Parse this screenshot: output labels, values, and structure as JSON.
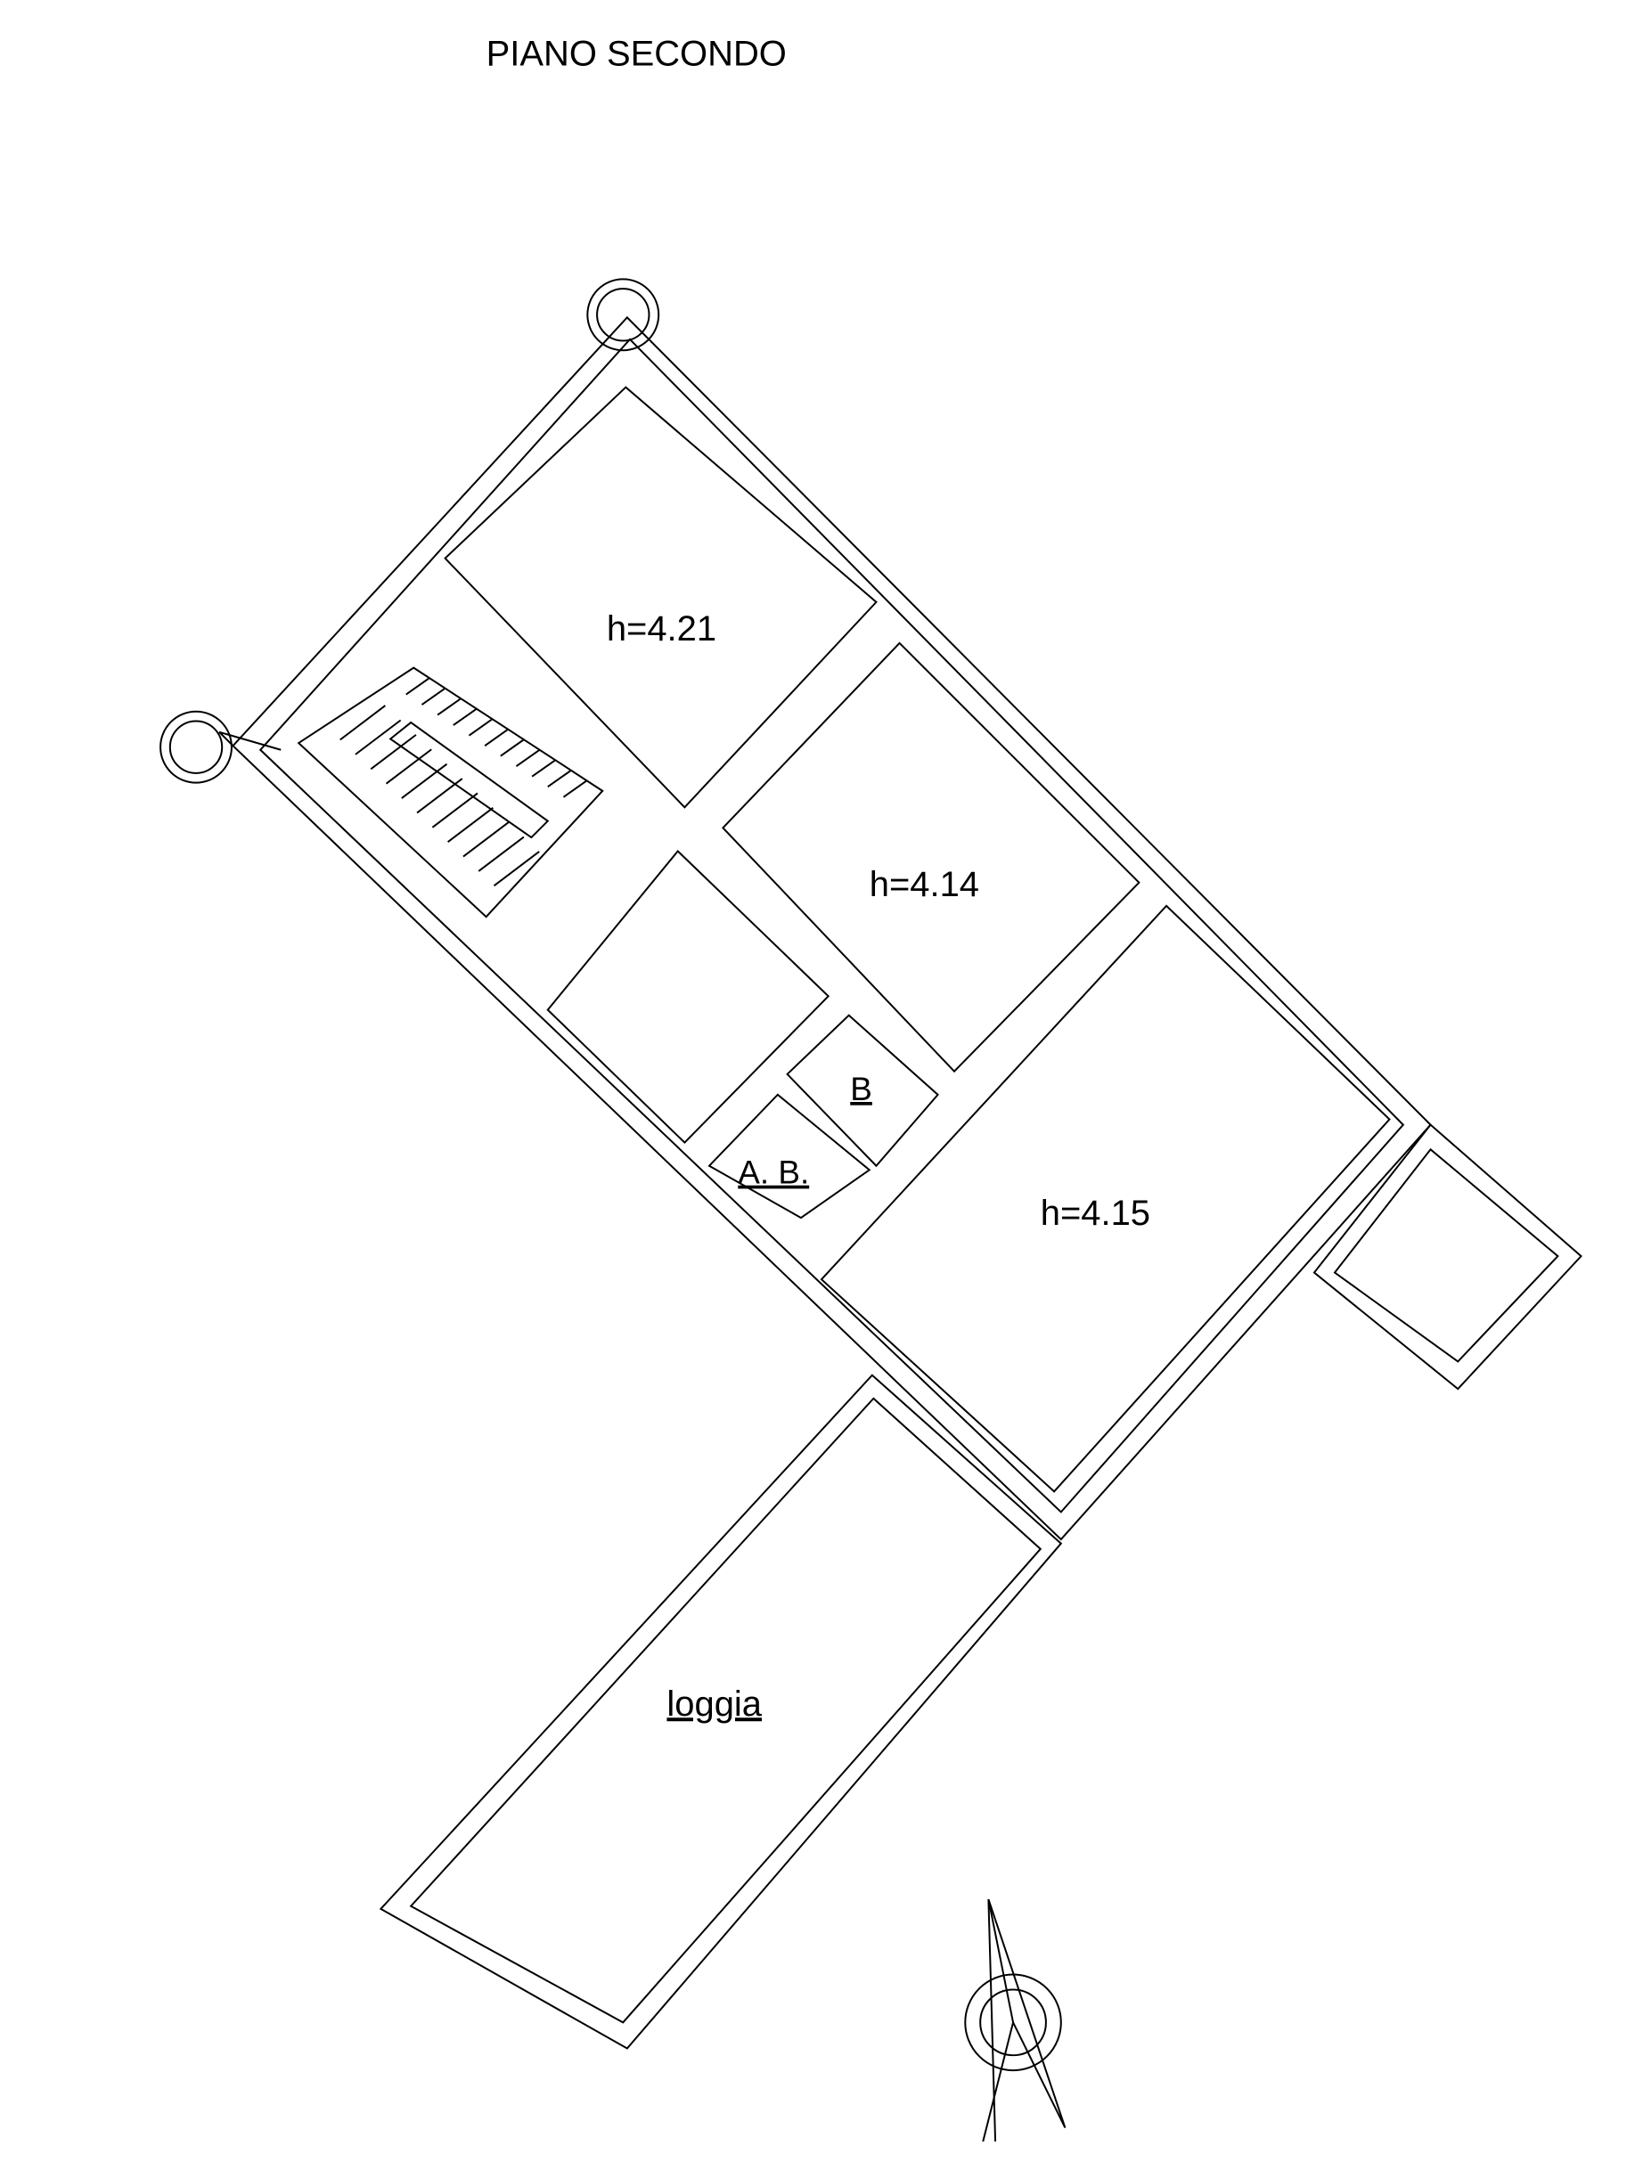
{
  "title": "PIANO SECONDO",
  "rooms": [
    {
      "label": "h=4.21",
      "underlined": false
    },
    {
      "label": "h=4.14",
      "underlined": false
    },
    {
      "label": "h=4.15",
      "underlined": false
    },
    {
      "label": "B",
      "underlined": true
    },
    {
      "label": "A. B.",
      "underlined": true
    },
    {
      "label": "loggia",
      "underlined": true
    }
  ],
  "icons": {
    "compass": "north-arrow-icon"
  },
  "colors": {
    "line": "#000000",
    "background": "#ffffff"
  }
}
